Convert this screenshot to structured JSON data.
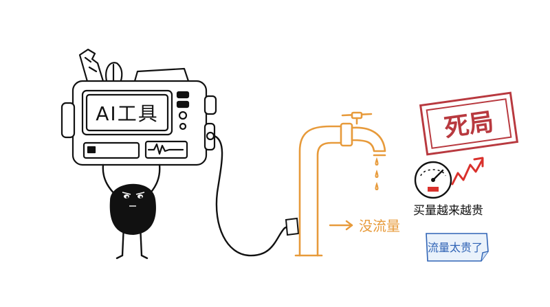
{
  "machine": {
    "screen_text": "AI工具"
  },
  "faucet": {
    "arrow_label": "没流量"
  },
  "stamp": {
    "text": "死局"
  },
  "gauge": {
    "caption": "买量越来越贵"
  },
  "note": {
    "text": "流量太贵了"
  },
  "colors": {
    "ink": "#111111",
    "pipe": "#e79a3a",
    "stamp": "#b8393f",
    "note_text": "#2f63b5",
    "note_bg": "#eaf2fb",
    "trend": "#d9312c"
  }
}
